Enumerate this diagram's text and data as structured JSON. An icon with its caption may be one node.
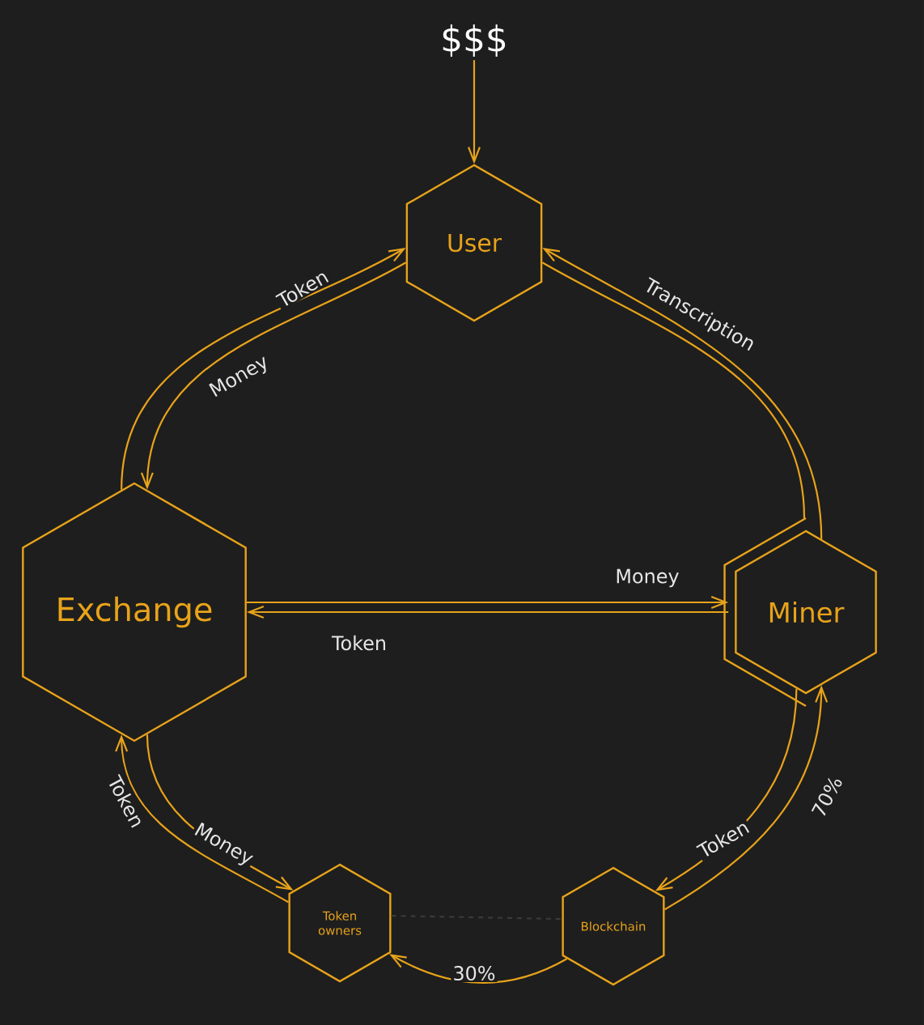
{
  "diagram": {
    "nodes": [
      {
        "text": [
          "$$$"
        ]
      },
      {
        "text": [
          "User"
        ]
      },
      {
        "text": [
          "Exchange"
        ]
      },
      {
        "text": [
          "Miner"
        ]
      },
      {
        "text": [
          "Token owners"
        ]
      },
      {
        "text": [
          "Blockchain"
        ]
      }
    ],
    "edges": [
      {
        "from": 0,
        "to": 1,
        "arrow": "to"
      },
      {
        "from": 2,
        "to": 1,
        "arrow": "to",
        "label": "Token"
      },
      {
        "from": 1,
        "to": 2,
        "arrow": "to",
        "label": "Money"
      },
      {
        "from": 3,
        "to": 1,
        "arrow": "to",
        "label": "Transcription"
      },
      {
        "from": 2,
        "to": 3,
        "arrow": "to",
        "label": "Money"
      },
      {
        "from": 3,
        "to": 2,
        "arrow": "to",
        "label": "Token"
      },
      {
        "from": 3,
        "to": 5,
        "arrow": "to",
        "label": "Token"
      },
      {
        "from": 5,
        "to": 3,
        "arrow": "to",
        "label": "70%"
      },
      {
        "from": 5,
        "to": 4,
        "arrow": "to",
        "label": "30%"
      },
      {
        "from": 4,
        "to": 2,
        "arrow": "to",
        "label": "Token"
      },
      {
        "from": 2,
        "to": 4,
        "arrow": "to",
        "label": "Money"
      },
      {
        "from": 4,
        "to": 5,
        "arrow": "none",
        "style": "dashed",
        "color": "#3a3a3a"
      }
    ]
  }
}
